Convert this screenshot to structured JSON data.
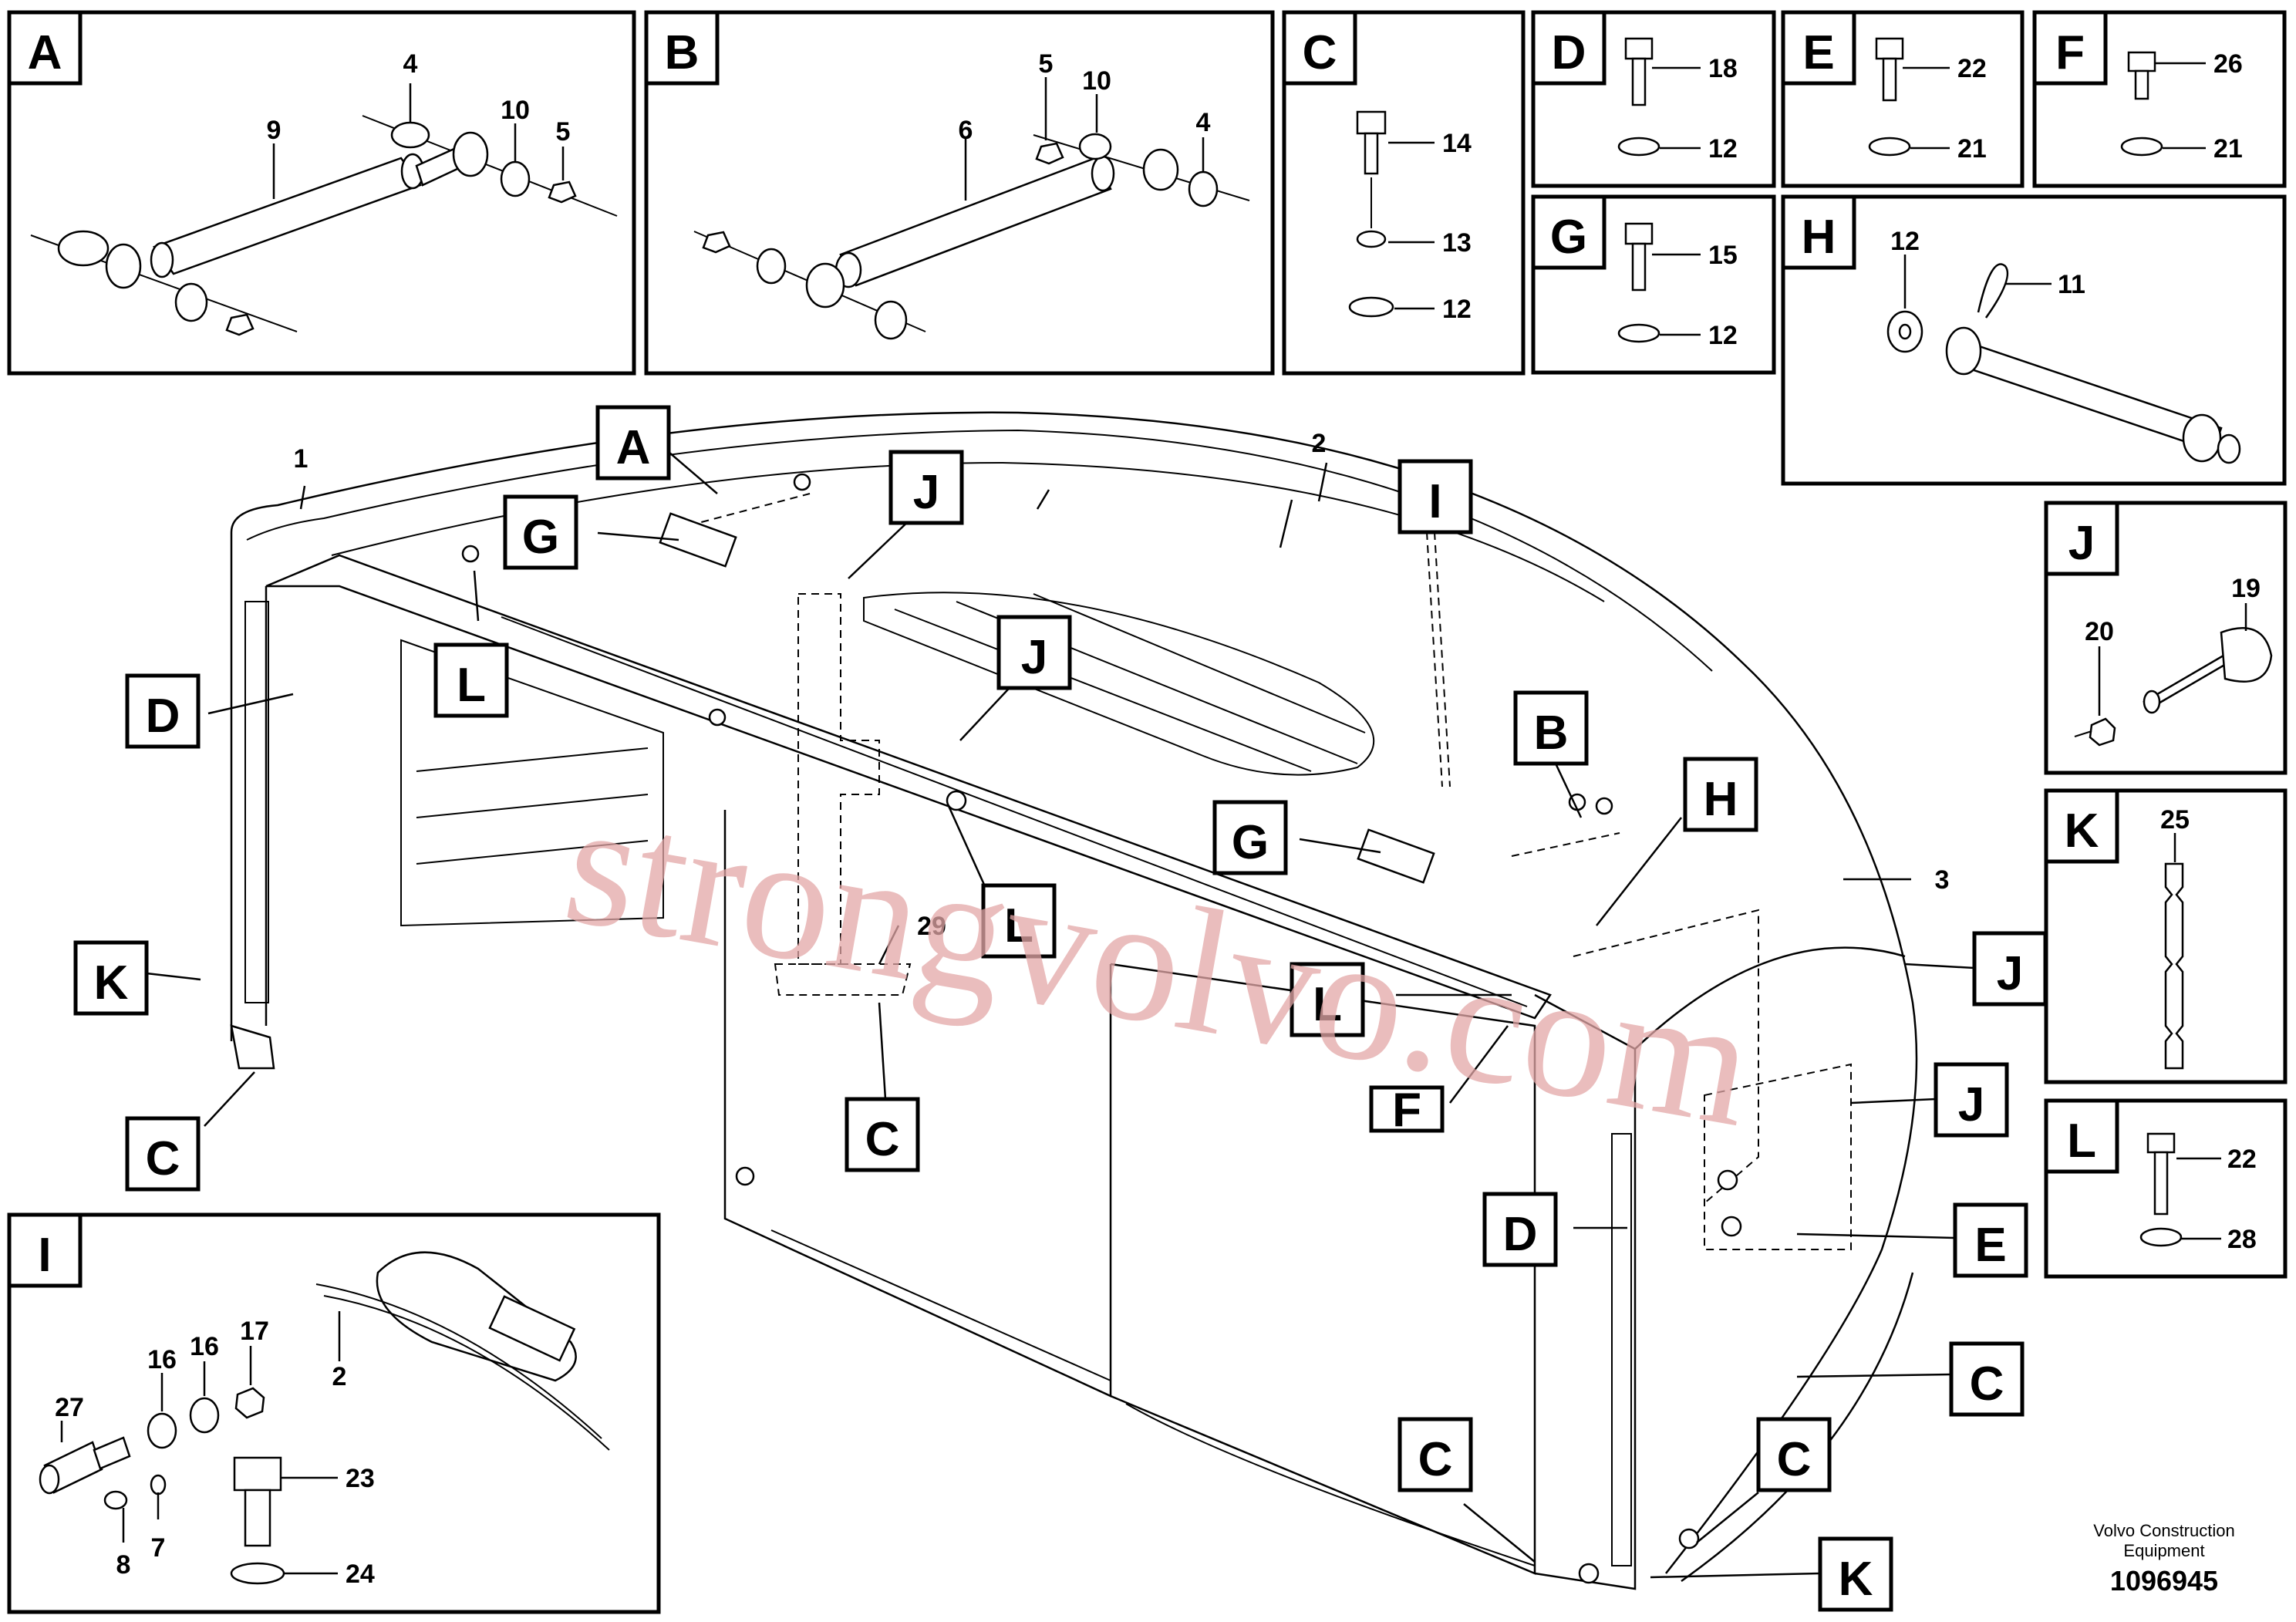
{
  "panels": {
    "A": {
      "tag": "A",
      "parts": [
        "9",
        "4",
        "10",
        "5"
      ]
    },
    "B": {
      "tag": "B",
      "parts": [
        "5",
        "10",
        "6",
        "4"
      ]
    },
    "C": {
      "tag": "C",
      "parts": [
        "14",
        "13",
        "12"
      ]
    },
    "D": {
      "tag": "D",
      "parts": [
        "18",
        "12"
      ]
    },
    "E": {
      "tag": "E",
      "parts": [
        "22",
        "21"
      ]
    },
    "F": {
      "tag": "F",
      "parts": [
        "26",
        "21"
      ]
    },
    "G": {
      "tag": "G",
      "parts": [
        "15",
        "12"
      ]
    },
    "H": {
      "tag": "H",
      "parts": [
        "12",
        "11"
      ]
    },
    "J": {
      "tag": "J",
      "parts": [
        "20",
        "19"
      ]
    },
    "K": {
      "tag": "K",
      "parts": [
        "25"
      ]
    },
    "L": {
      "tag": "L",
      "parts": [
        "22",
        "28"
      ]
    },
    "I": {
      "tag": "I",
      "parts": [
        "2",
        "27",
        "16",
        "16",
        "17",
        "23",
        "8",
        "7",
        "24"
      ]
    }
  },
  "main": {
    "numbers": [
      "1",
      "2",
      "3",
      "29"
    ],
    "callouts": [
      "A",
      "G",
      "J",
      "I",
      "L",
      "J",
      "D",
      "B",
      "H",
      "G",
      "L",
      "J",
      "K",
      "C",
      "L",
      "F",
      "C",
      "J",
      "D",
      "E",
      "C",
      "C",
      "C",
      "K"
    ]
  },
  "credit": {
    "line1": "Volvo Construction",
    "line2": "Equipment",
    "id": "1096945"
  },
  "watermark": "strongvolvo.com"
}
